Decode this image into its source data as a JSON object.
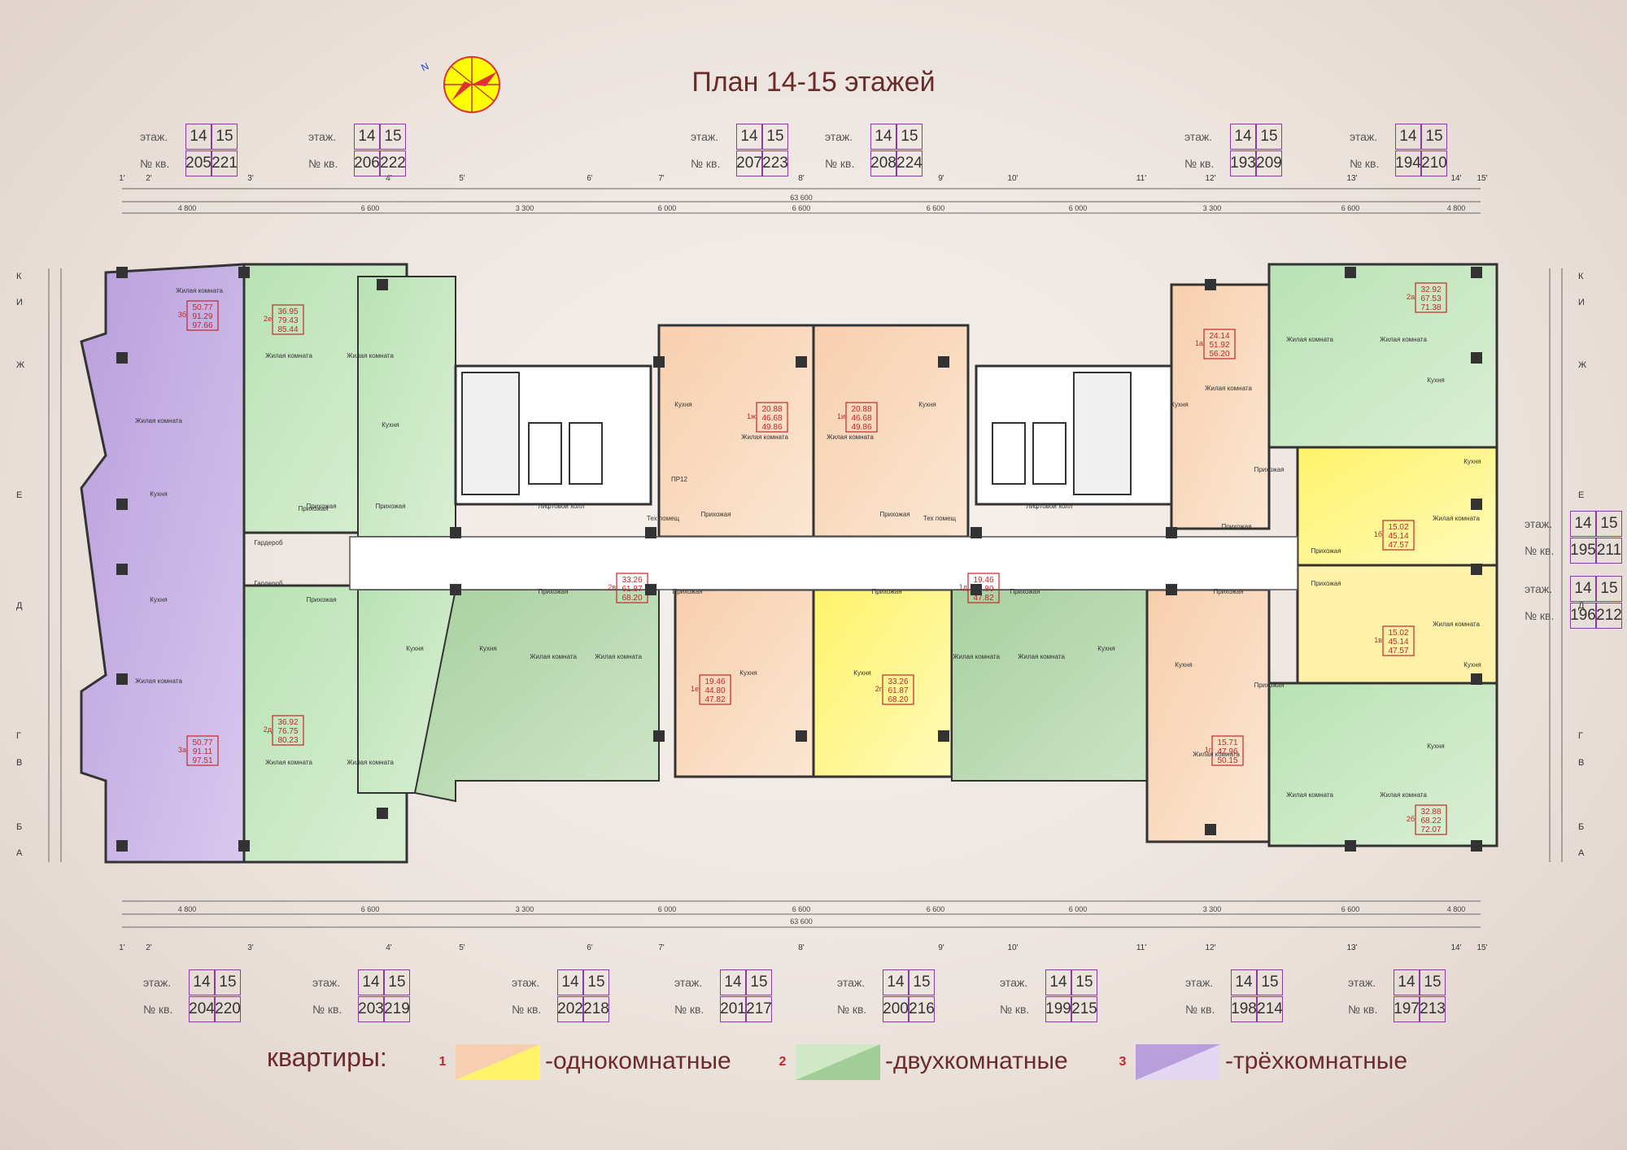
{
  "title": "План 14-15 этажей",
  "compass_label": "N",
  "tag_labels": {
    "floor": "этаж.",
    "apt": "№ кв."
  },
  "top_tags": [
    {
      "f1": "14",
      "f2": "15",
      "a1": "205",
      "a2": "221"
    },
    {
      "f1": "14",
      "f2": "15",
      "a1": "206",
      "a2": "222"
    },
    {
      "f1": "14",
      "f2": "15",
      "a1": "207",
      "a2": "223"
    },
    {
      "f1": "14",
      "f2": "15",
      "a1": "208",
      "a2": "224"
    },
    {
      "f1": "14",
      "f2": "15",
      "a1": "193",
      "a2": "209"
    },
    {
      "f1": "14",
      "f2": "15",
      "a1": "194",
      "a2": "210"
    }
  ],
  "right_tags": [
    {
      "f1": "14",
      "f2": "15",
      "a1": "195",
      "a2": "211"
    },
    {
      "f1": "14",
      "f2": "15",
      "a1": "196",
      "a2": "212"
    }
  ],
  "bottom_tags": [
    {
      "f1": "14",
      "f2": "15",
      "a1": "204",
      "a2": "220"
    },
    {
      "f1": "14",
      "f2": "15",
      "a1": "203",
      "a2": "219"
    },
    {
      "f1": "14",
      "f2": "15",
      "a1": "202",
      "a2": "218"
    },
    {
      "f1": "14",
      "f2": "15",
      "a1": "201",
      "a2": "217"
    },
    {
      "f1": "14",
      "f2": "15",
      "a1": "200",
      "a2": "216"
    },
    {
      "f1": "14",
      "f2": "15",
      "a1": "199",
      "a2": "215"
    },
    {
      "f1": "14",
      "f2": "15",
      "a1": "198",
      "a2": "214"
    },
    {
      "f1": "14",
      "f2": "15",
      "a1": "197",
      "a2": "213"
    }
  ],
  "axes_x": [
    "1'",
    "2'",
    "3'",
    "4'",
    "5'",
    "6'",
    "7'",
    "8'",
    "9'",
    "10'",
    "11'",
    "12'",
    "13'",
    "14'",
    "15'"
  ],
  "axes_y": [
    "К",
    "И",
    "Ж",
    "Е",
    "Д",
    "Г",
    "В",
    "Б",
    "А"
  ],
  "dims": {
    "total": "63 600",
    "segments_top": [
      "4 800",
      "6 600",
      "3 300",
      "6 000",
      "6 600",
      "6 600",
      "6 000",
      "3 300",
      "6 600",
      "4 800"
    ]
  },
  "apartments": [
    {
      "id": "3б",
      "v": [
        "50.77",
        "91.29",
        "97.66"
      ],
      "color": "purple"
    },
    {
      "id": "3а",
      "v": [
        "50.77",
        "91.11",
        "97.51"
      ],
      "color": "purple"
    },
    {
      "id": "2е",
      "v": [
        "36.95",
        "79.43",
        "85.44"
      ],
      "color": "green"
    },
    {
      "id": "2д",
      "v": [
        "36.92",
        "76.75",
        "80.23"
      ],
      "color": "green"
    },
    {
      "id": "1ж",
      "v": [
        "20.88",
        "46.68",
        "49.86"
      ],
      "color": "peach"
    },
    {
      "id": "1и",
      "v": [
        "20.88",
        "46.68",
        "49.86"
      ],
      "color": "peach"
    },
    {
      "id": "1а",
      "v": [
        "24.14",
        "51.92",
        "56.20"
      ],
      "color": "peach"
    },
    {
      "id": "2а",
      "v": [
        "32.92",
        "67.53",
        "71.38"
      ],
      "color": "green"
    },
    {
      "id": "1б",
      "v": [
        "15.02",
        "45.14",
        "47.57"
      ],
      "color": "yellow"
    },
    {
      "id": "1в",
      "v": [
        "15.02",
        "45.14",
        "47.57"
      ],
      "color": "yellow"
    },
    {
      "id": "2б",
      "v": [
        "32.88",
        "68.22",
        "72.07"
      ],
      "color": "green"
    },
    {
      "id": "1г",
      "v": [
        "15.71",
        "47.96",
        "50.15"
      ],
      "color": "peach"
    },
    {
      "id": "2в",
      "v": [
        "33.26",
        "61.87",
        "68.20"
      ],
      "color": "green"
    },
    {
      "id": "1д",
      "v": [
        "19.46",
        "44.80",
        "47.82"
      ],
      "color": "yellow"
    },
    {
      "id": "1е",
      "v": [
        "19.46",
        "44.80",
        "47.82"
      ],
      "color": "peach"
    },
    {
      "id": "2г",
      "v": [
        "33.26",
        "61.87",
        "68.20"
      ],
      "color": "green"
    }
  ],
  "rooms": {
    "living": "Жилая комната",
    "kitchen": "Кухня",
    "hall": "Прихожая",
    "lift": "Лифтовой холл",
    "wardrobe": "Гардероб",
    "tech": "Тех помещ",
    "pr": "ПР12"
  },
  "legend": {
    "title": "квартиры:",
    "items": [
      {
        "num": "1",
        "label": "-однокомнатные"
      },
      {
        "num": "2",
        "label": "-двухкомнатные"
      },
      {
        "num": "3",
        "label": "-трёхкомнатные"
      }
    ]
  }
}
